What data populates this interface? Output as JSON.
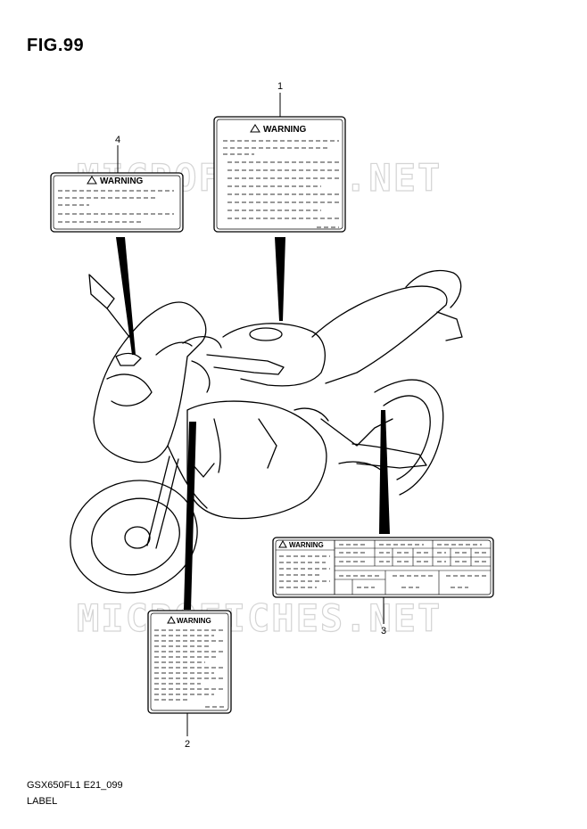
{
  "figure": {
    "title": "FIG.99"
  },
  "watermark": "MICROFICHES.NET",
  "callouts": {
    "c1": "1",
    "c2": "2",
    "c3": "3",
    "c4": "4"
  },
  "labels": {
    "warning_text": "WARNING"
  },
  "footer": {
    "model_code": "GSX650FL1 E21_099",
    "section_name": "LABEL"
  },
  "icons": [
    "warning-triangle-icon",
    "motorcycle-outline"
  ]
}
